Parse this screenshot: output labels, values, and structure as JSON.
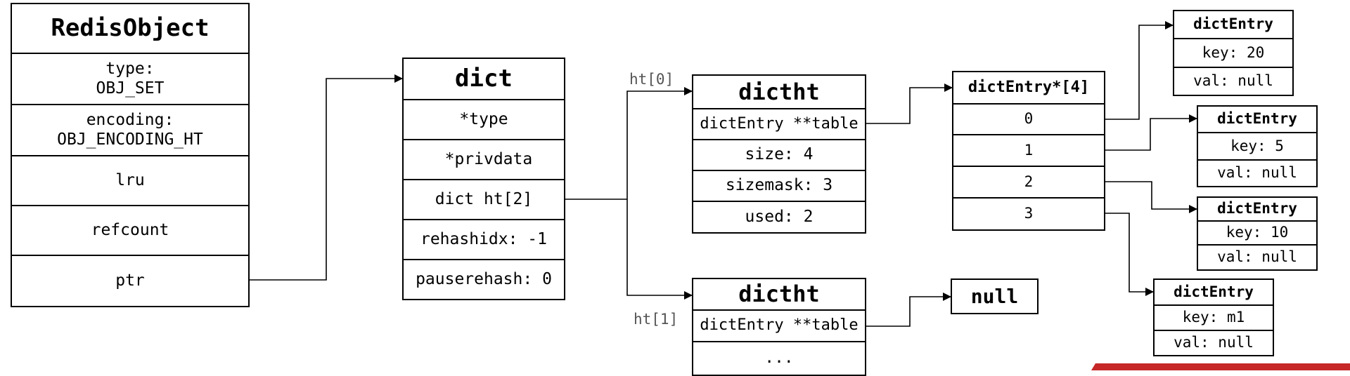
{
  "redis_object": {
    "title": "RedisObject",
    "fields": [
      "type:\nOBJ_SET",
      "encoding:\nOBJ_ENCODING_HT",
      "lru",
      "refcount",
      "ptr"
    ]
  },
  "dict": {
    "title": "dict",
    "fields": [
      "*type",
      " *privdata",
      "dict ht[2]",
      "rehashidx: -1",
      "pauserehash: 0"
    ]
  },
  "labels": {
    "ht0": "ht[0]",
    "ht1": "ht[1]"
  },
  "dictht0": {
    "title": "dictht",
    "fields": [
      "dictEntry **table",
      "size: 4",
      "sizemask: 3",
      "used: 2"
    ]
  },
  "dictht1": {
    "title": "dictht",
    "fields": [
      "dictEntry **table",
      "..."
    ]
  },
  "table": {
    "title": "dictEntry*[4]",
    "slots": [
      "0",
      "1",
      "2",
      "3"
    ]
  },
  "null_box": "null",
  "entries": [
    {
      "title": "dictEntry",
      "key": "key: 20",
      "val": "val: null"
    },
    {
      "title": "dictEntry",
      "key": "key: 5",
      "val": "val: null"
    },
    {
      "title": "dictEntry",
      "key": "key: 10",
      "val": "val: null"
    },
    {
      "title": "dictEntry",
      "key": "key: m1",
      "val": "val: null"
    }
  ]
}
